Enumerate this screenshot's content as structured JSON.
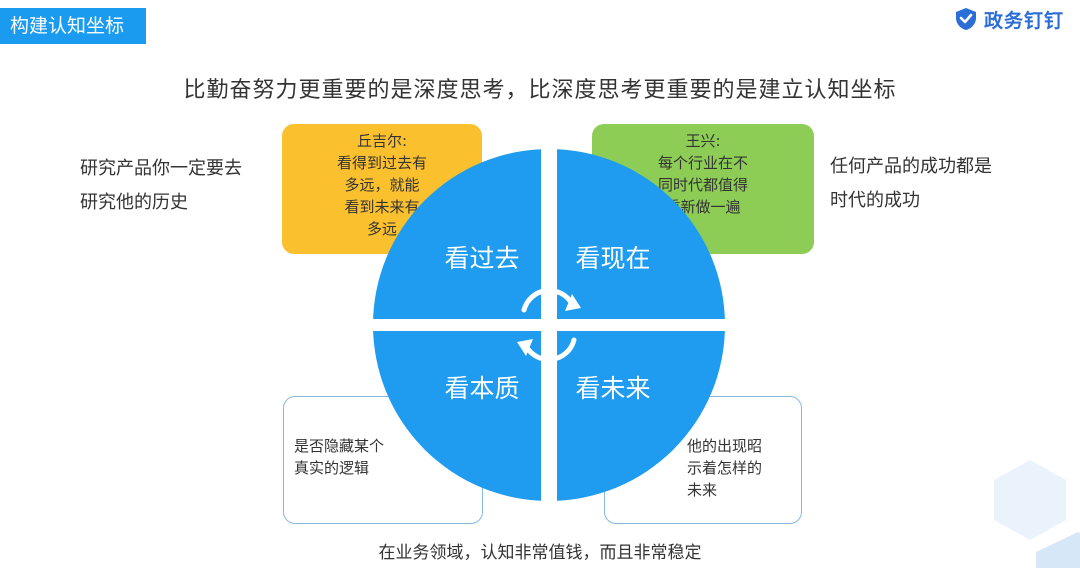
{
  "header": {
    "tag_title": "构建认知坐标",
    "brand_name": "政务钉钉"
  },
  "headline": "比勤奋努力更重要的是深度思考，比深度思考更重要的是建立认知坐标",
  "quadrants": {
    "top_left": "看过去",
    "top_right": "看现在",
    "bottom_left": "看本质",
    "bottom_right": "看未来"
  },
  "boxes": {
    "top_left": {
      "author": "丘吉尔:",
      "lines": [
        "看得到过去有",
        "多远，就能",
        "看到未来有",
        "多远"
      ]
    },
    "top_right": {
      "author": "王兴:",
      "lines": [
        "每个行业在不",
        "同时代都值得",
        "重新做一遍"
      ]
    },
    "bottom_left": {
      "lines": [
        "是否隐藏某个",
        "真实的逻辑"
      ]
    },
    "bottom_right": {
      "lines": [
        "他的出现昭",
        "示着怎样的",
        "未来"
      ]
    }
  },
  "side_text": {
    "left": [
      "研究产品你一定要去",
      "研究他的历史"
    ],
    "right": [
      "任何产品的成功都是",
      "时代的成功"
    ]
  },
  "footer": "在业务领域，认知非常值钱，而且非常稳定",
  "colors": {
    "accent_blue": "#1a9bf0",
    "quote_yellow": "#fbc02d",
    "quote_green": "#8dcd55",
    "circle_blue": "#1f9cf0",
    "outline_blue": "#8ab8e0"
  },
  "icons": {
    "brand": "shield-check-icon",
    "cycle": "cycle-arrows-icon"
  }
}
